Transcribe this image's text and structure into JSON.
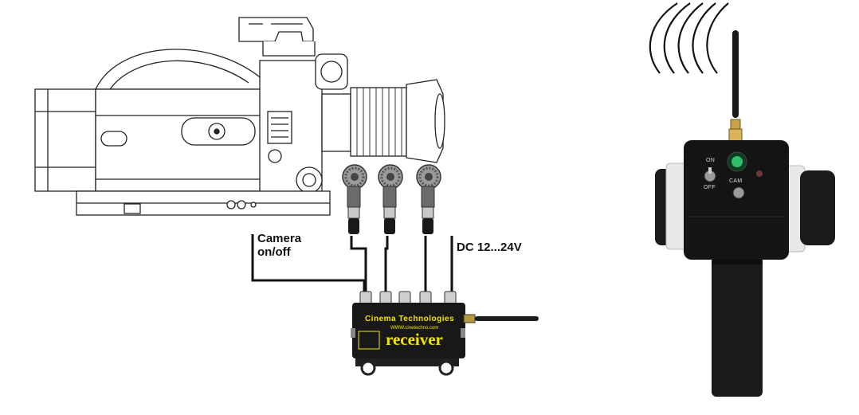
{
  "labels": {
    "camera": "Camera",
    "camera_line2": "on/off",
    "power": "DC 12...24V"
  },
  "receiver": {
    "brand": "Cinema Technologies",
    "url": "WWW.cinetechno.com",
    "name": "receiver"
  },
  "handset": {
    "on_label": "ON",
    "off_label": "OFF",
    "cam_label": "CAM"
  },
  "icons": {
    "camera": "film-camera-icon",
    "motor": "lens-motor-icon",
    "receiver": "receiver-box-icon",
    "handset": "wireless-handset-icon",
    "waves": "radio-waves-icon"
  },
  "colors": {
    "receiver_text": "#f2e600",
    "cable": "#111111",
    "handset_body": "#141414",
    "led_green": "#2fbf6a"
  }
}
